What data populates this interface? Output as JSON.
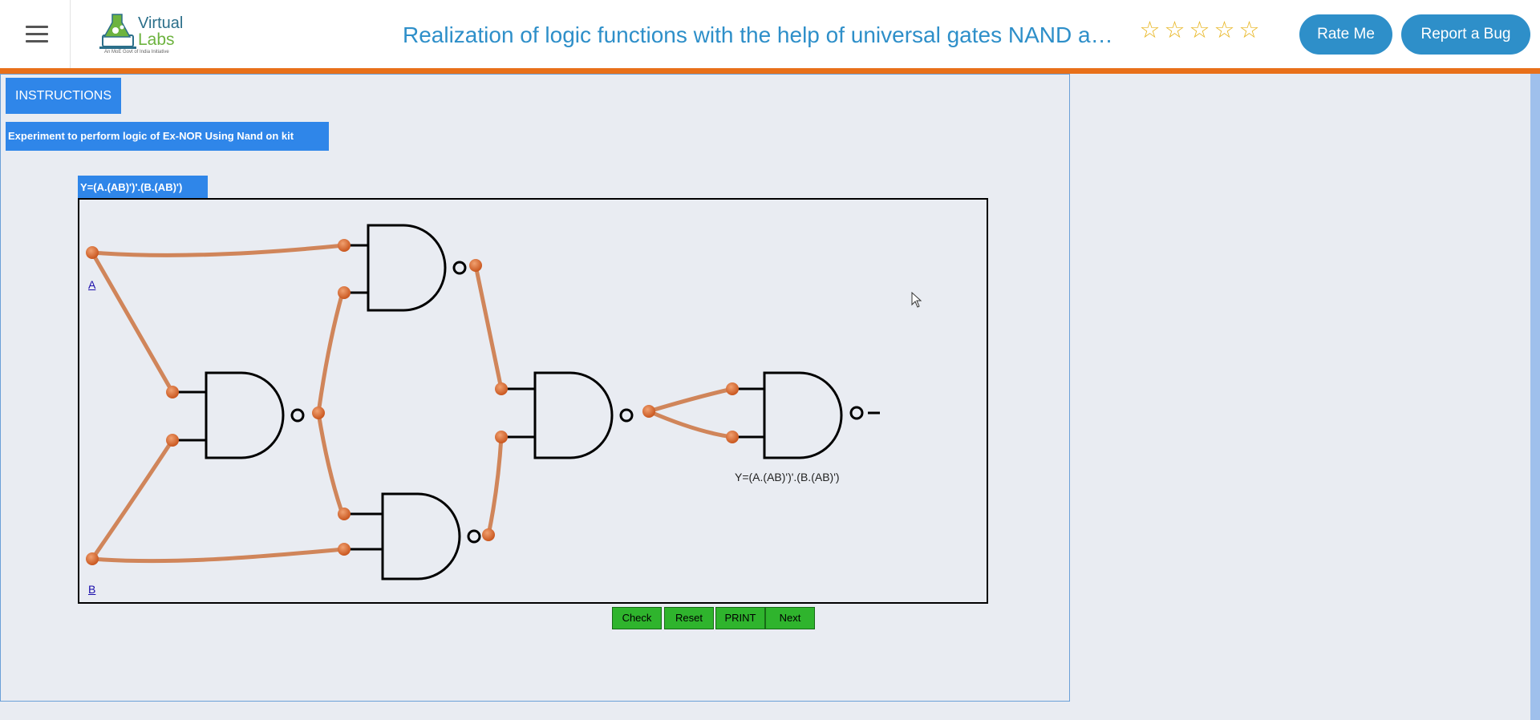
{
  "header": {
    "menu_icon": "hamburger-icon",
    "logo": {
      "line1": "Virtual",
      "line2": "Labs",
      "tagline": "An MoE Govt of India Initiative"
    },
    "title": "Realization of logic functions with the help of universal gates NAND and NOR",
    "rating": {
      "max": 5,
      "value": 0,
      "icon": "star-outline-icon",
      "color": "#e8b622"
    },
    "rate_button": "Rate Me",
    "bug_button": "Report a Bug"
  },
  "main": {
    "instructions_button": "INSTRUCTIONS",
    "experiment_title": "Experiment to perform logic of Ex-NOR Using Nand on kit",
    "expression_tag": "Y=(A.(AB)')'.(B.(AB)')",
    "circuit": {
      "input_a_label": "A",
      "input_b_label": "B",
      "output_expression": "Y=(A.(AB)')'.(B.(AB)')",
      "gate_type": "NAND",
      "gate_count": 5,
      "wire_color": "#d0855a",
      "terminal_color": "#d9662c"
    },
    "buttons": {
      "check": "Check",
      "reset": "Reset",
      "print": "PRINT",
      "next": "Next"
    }
  },
  "colors": {
    "accent": "#2e8fc9",
    "header_border": "#e8701a",
    "blue_label_bg": "#2f86e9",
    "button_green": "#2fb42d"
  }
}
